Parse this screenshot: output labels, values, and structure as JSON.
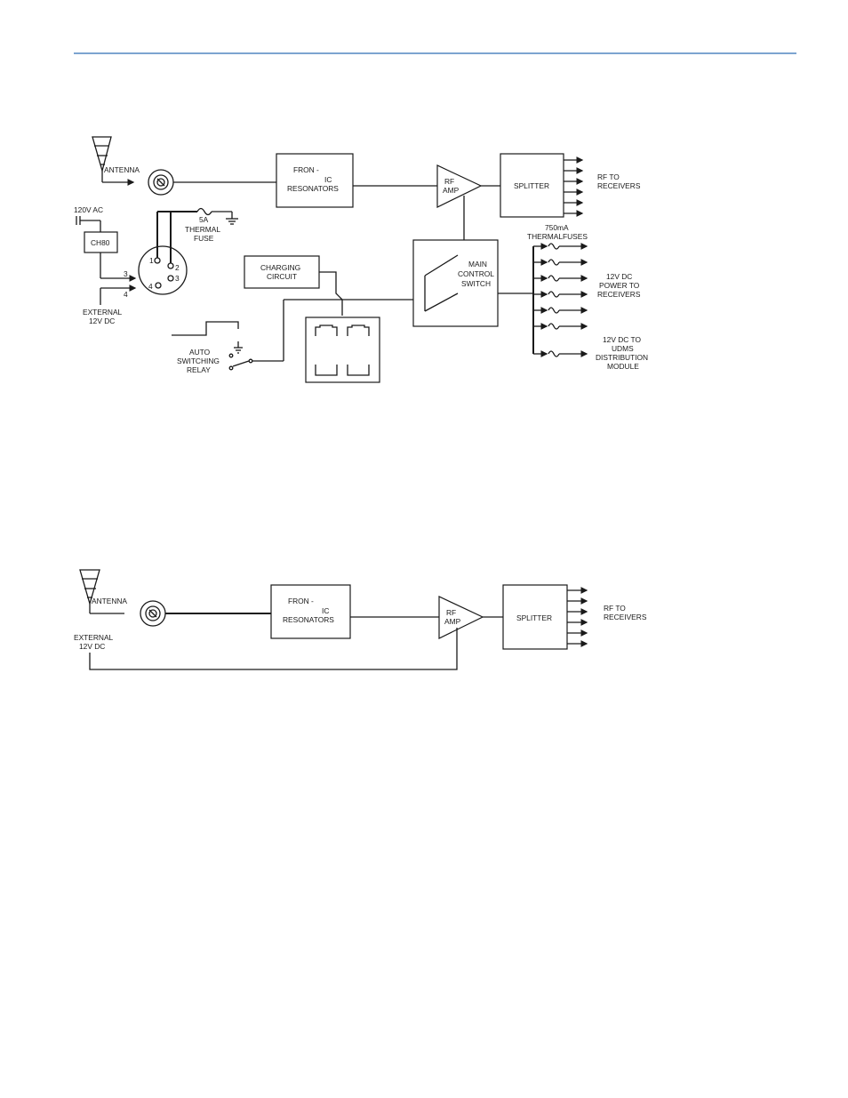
{
  "colors": {
    "rule": "#2f6eb5",
    "ink": "#1a1a1a"
  },
  "diagram1": {
    "antenna": "ANTENNA",
    "front_end": [
      "FRON  -",
      "IC",
      "RESONATORS"
    ],
    "rf_amp": [
      "RF",
      "AMP"
    ],
    "splitter": "SPLITTER",
    "rf_out": [
      "RF TO",
      "RECEIVERS"
    ],
    "ac_in": "120V AC",
    "ch80": "CH80",
    "thermal_fuse": [
      "5A",
      "THERMAL",
      "FUSE"
    ],
    "connector_pins": [
      "1",
      "2",
      "3",
      "4"
    ],
    "ext_pins": [
      "3",
      "4"
    ],
    "external": [
      "EXTERNAL",
      "12V DC"
    ],
    "charging": [
      "CHARGING",
      "CIRCUIT"
    ],
    "main_switch": [
      "MAIN",
      "CONTROL",
      "SWITCH"
    ],
    "fuses_label": [
      "750mA",
      "THERMALFUSES"
    ],
    "dc_out": [
      "12V DC",
      "POWER TO",
      "RECEIVERS"
    ],
    "udms_out": [
      "12V DC TO",
      "UDMS",
      "DISTRIBUTION",
      "MODULE"
    ],
    "relay": [
      "AUTO",
      "SWITCHING",
      "RELAY"
    ]
  },
  "diagram2": {
    "antenna": "ANTENNA",
    "front_end": [
      "FRON  -",
      "IC",
      "RESONATORS"
    ],
    "rf_amp": [
      "RF",
      "AMP"
    ],
    "splitter": "SPLITTER",
    "rf_out": [
      "RF TO",
      "RECEIVERS"
    ],
    "external": [
      "EXTERNAL",
      "12V DC"
    ]
  }
}
